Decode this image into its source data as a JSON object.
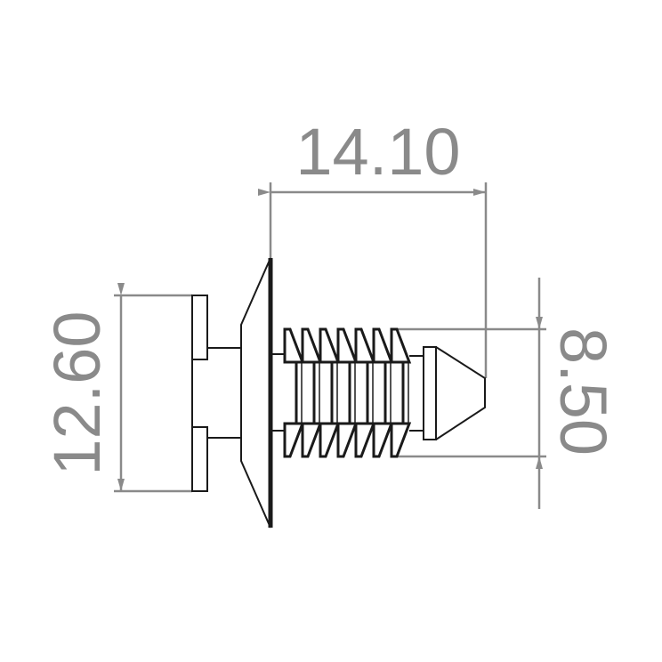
{
  "drawing": {
    "dimensions": {
      "length": "14.10",
      "head_height": "12.60",
      "shank_diameter": "8.50"
    },
    "colors": {
      "part_line": "#1a1a1a",
      "dimension_line": "#8a8a8a",
      "background": "#ffffff"
    },
    "tooth_count": 7
  }
}
